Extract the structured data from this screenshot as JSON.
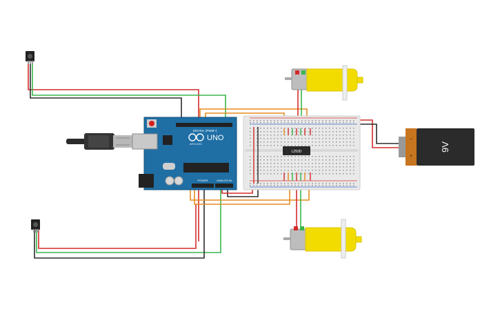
{
  "arduino": {
    "brand": "UNO",
    "header_digital": "DIGITAL (PWM~)",
    "header_power": "POWER",
    "header_analog": "ANALOG IN",
    "logo_text": "ARDUINO",
    "colors": {
      "board": "#1f6fa5",
      "board_dark": "#16577f"
    }
  },
  "breadboard": {
    "chip_label": "L293D",
    "colors": {
      "body": "#e9e9e9",
      "rail_red": "#d33",
      "rail_blue": "#36c"
    }
  },
  "battery": {
    "label": "9V",
    "plus": "+",
    "minus": "−",
    "colors": {
      "top": "#c7751f",
      "body": "#2b2b2b"
    }
  },
  "motors": [
    {
      "id": "motor-top",
      "color": "#f2dc00"
    },
    {
      "id": "motor-bottom",
      "color": "#f2dc00"
    }
  ],
  "sensors": [
    {
      "id": "ir-sensor-top"
    },
    {
      "id": "ir-sensor-bottom"
    }
  ],
  "wire_colors": {
    "red": "#d42a2a",
    "black": "#2b2b2b",
    "green": "#3ab54a",
    "orange": "#e68a1f"
  }
}
